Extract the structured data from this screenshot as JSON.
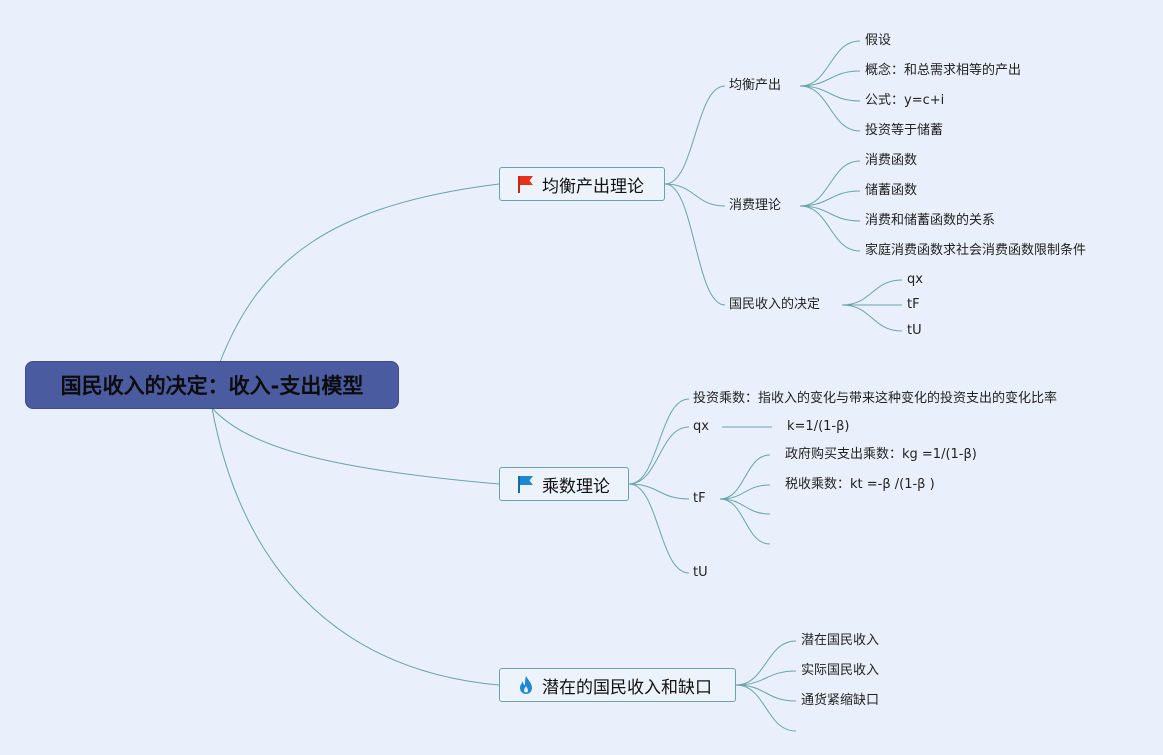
{
  "colors": {
    "line": "#6aa3a8",
    "root_bg": "#4b5ba0",
    "background": "#e9f0fb",
    "red_flag": "#e8311b",
    "blue_flag": "#1e88d0",
    "fire": "#1e88d0"
  },
  "root": {
    "label": "国民收入的决定：收入-支出模型"
  },
  "topics": [
    {
      "label": "均衡产出理论",
      "icon": "red-flag-icon",
      "children": [
        {
          "label": "均衡产出",
          "children": [
            "假设",
            "概念：和总需求相等的产出",
            "公式：y=c+i",
            "投资等于储蓄"
          ]
        },
        {
          "label": "消费理论",
          "children": [
            "消费函数",
            "储蓄函数",
            "消费和储蓄函数的关系",
            "家庭消费函数求社会消费函数限制条件"
          ]
        },
        {
          "label": "国民收入的决定",
          "children": [
            "qx",
            "tF",
            "tU"
          ]
        }
      ]
    },
    {
      "label": "乘数理论",
      "icon": "blue-flag-icon",
      "children": [
        {
          "label": "投资乘数：指收入的变化与带来这种变化的投资支出的变化比率",
          "children": []
        },
        {
          "label": "qx",
          "children": [
            "k=1/(1-β)"
          ]
        },
        {
          "label": "tF",
          "children": [
            "政府购买支出乘数：kg =1/(1-β)",
            "税收乘数：kt =-β /(1-β )",
            "",
            ""
          ]
        },
        {
          "label": "tU",
          "children": []
        }
      ]
    },
    {
      "label": "潜在的国民收入和缺口",
      "icon": "fire-icon",
      "children": [
        {
          "label": "潜在国民收入",
          "children": []
        },
        {
          "label": "实际国民收入",
          "children": []
        },
        {
          "label": "通货紧缩缺口",
          "children": []
        },
        {
          "label": "",
          "children": []
        }
      ]
    }
  ]
}
